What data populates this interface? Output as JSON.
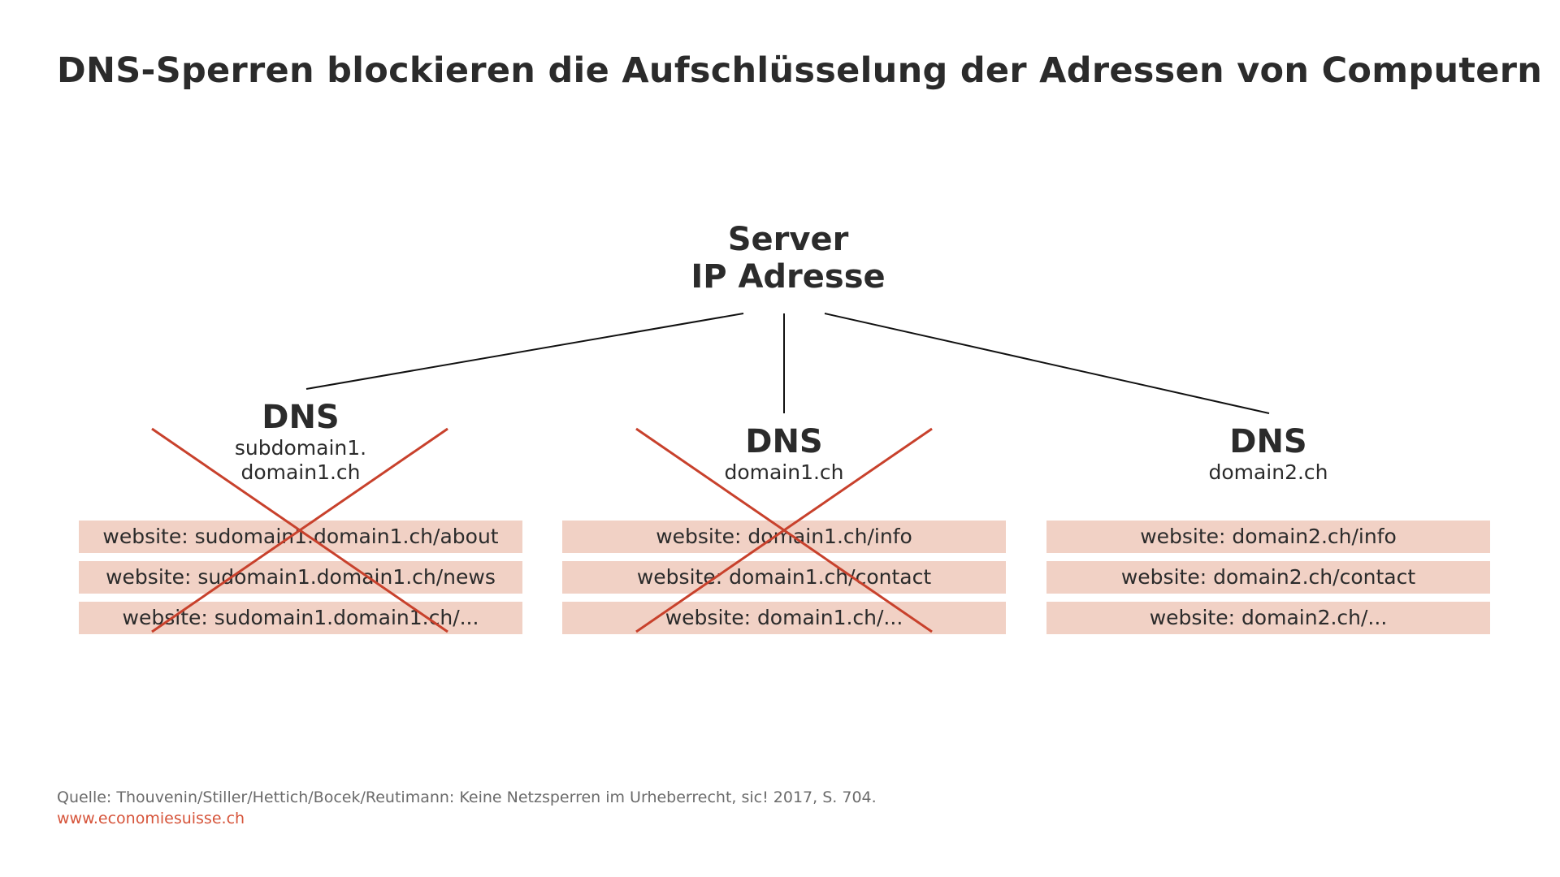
{
  "title": "DNS-Sperren blockieren die Aufschlüsselung der Adressen von Computern",
  "server": {
    "line1": "Server",
    "line2": "IP Adresse"
  },
  "dns_nodes": [
    {
      "label": "DNS",
      "domain": "subdomain1.\ndomain1.ch",
      "blocked": true,
      "websites": [
        "website: sudomain1.domain1.ch/about",
        "website: sudomain1.domain1.ch/news",
        "website: sudomain1.domain1.ch/..."
      ]
    },
    {
      "label": "DNS",
      "domain": "domain1.ch",
      "blocked": true,
      "websites": [
        "website: domain1.ch/info",
        "website: domain1.ch/contact",
        "website: domain1.ch/..."
      ]
    },
    {
      "label": "DNS",
      "domain": "domain2.ch",
      "blocked": false,
      "websites": [
        "website: domain2.ch/info",
        "website: domain2.ch/contact",
        "website: domain2.ch/..."
      ]
    }
  ],
  "footer": {
    "source": "Quelle: Thouvenin/Stiller/Hettich/Bocek/Reutimann: Keine Netzsperren im Urheberrecht, sic! 2017, S. 704.",
    "url": "www.economiesuisse.ch"
  },
  "colors": {
    "text": "#2b2b2b",
    "website_box": "#f1d1c5",
    "cross": "#c8412c",
    "url": "#d6543a"
  }
}
